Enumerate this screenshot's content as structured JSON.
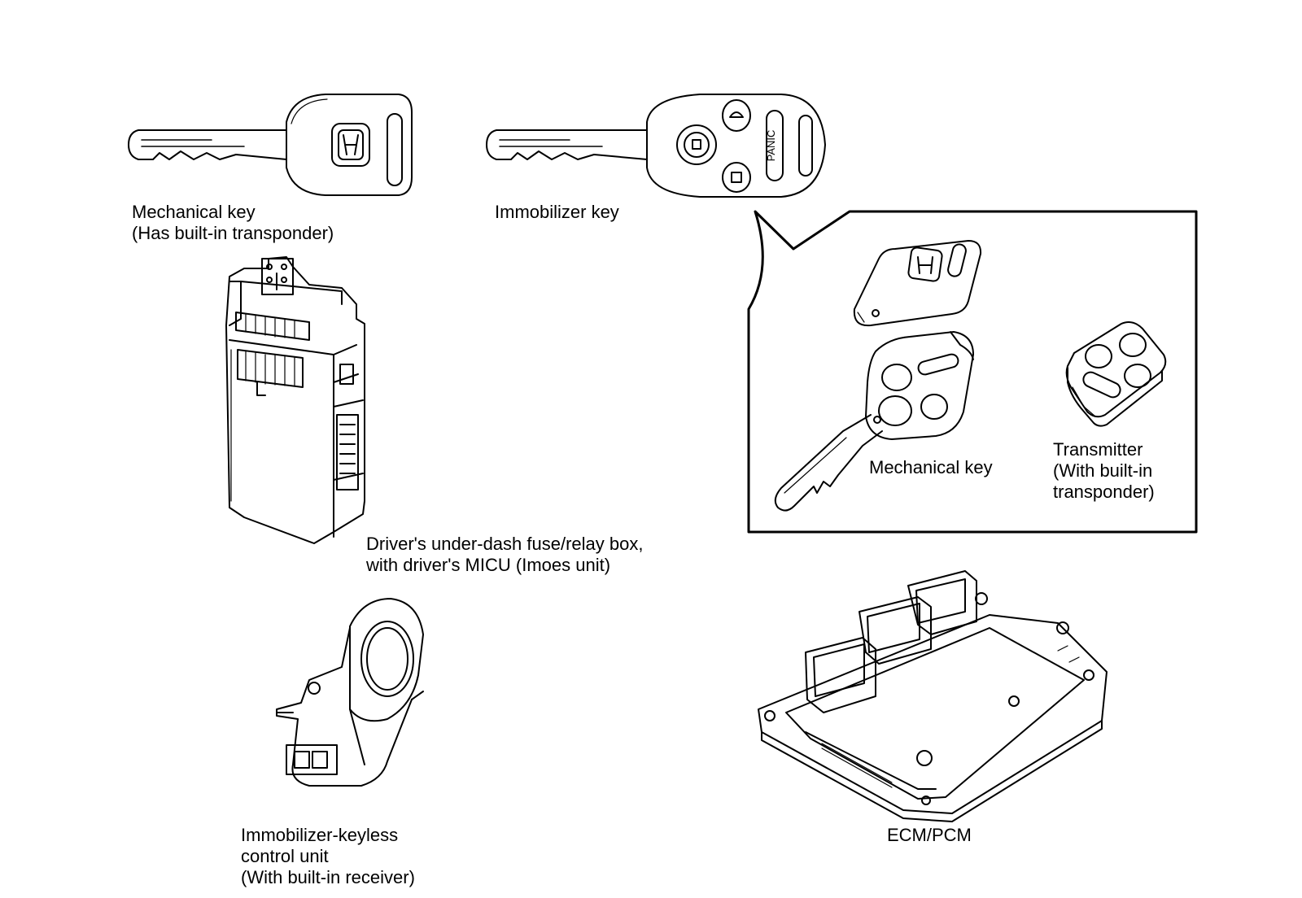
{
  "labels": {
    "mechanical_key_top": [
      "Mechanical key",
      "(Has built-in transponder)"
    ],
    "immobilizer_key": [
      "Immobilizer key"
    ],
    "inset_mechanical_key": [
      "Mechanical key"
    ],
    "transmitter": [
      "Transmitter",
      "(With built-in",
      "transponder)"
    ],
    "fuse_relay_box": [
      "Driver's under-dash fuse/relay box,",
      "with driver's MICU (Imoes unit)"
    ],
    "immobilizer_unit": [
      "Immobilizer-keyless",
      "control unit",
      "(With built-in receiver)"
    ],
    "ecm_pcm": [
      "ECM/PCM"
    ]
  },
  "key_button_text": "PANIC",
  "colors": {
    "line": "#000000",
    "background": "#ffffff"
  }
}
